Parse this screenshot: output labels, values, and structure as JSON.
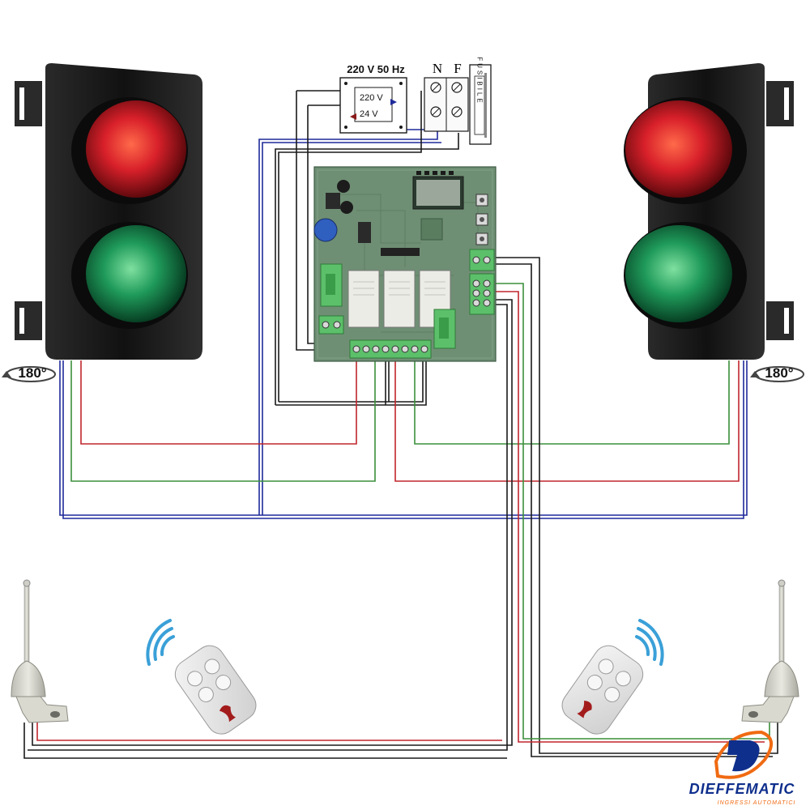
{
  "transformer": {
    "title": "220 V 50 Hz",
    "in_label": "220 V",
    "out_label": "24 V"
  },
  "terminals": {
    "neutral": "N",
    "phase": "F"
  },
  "fuse": {
    "label": "FUSIBILE"
  },
  "rotation": {
    "left": "180°",
    "right": "180°"
  },
  "brand": {
    "name": "DIEFFEMATIC",
    "tagline": "INGRESSI AUTOMATICI"
  },
  "colors": {
    "wire_black": "#1a1a1a",
    "wire_blue": "#1f2a9a",
    "wire_red": "#c0262d",
    "wire_green": "#3c8f3c",
    "pcb": "#6f8f74",
    "brand_blue": "#0f2f8c",
    "brand_orange": "#f06a12"
  },
  "icons": [
    "traffic-light-icon",
    "antenna-icon",
    "remote-control-icon",
    "wifi-signal-icon",
    "rotate-180-icon"
  ]
}
